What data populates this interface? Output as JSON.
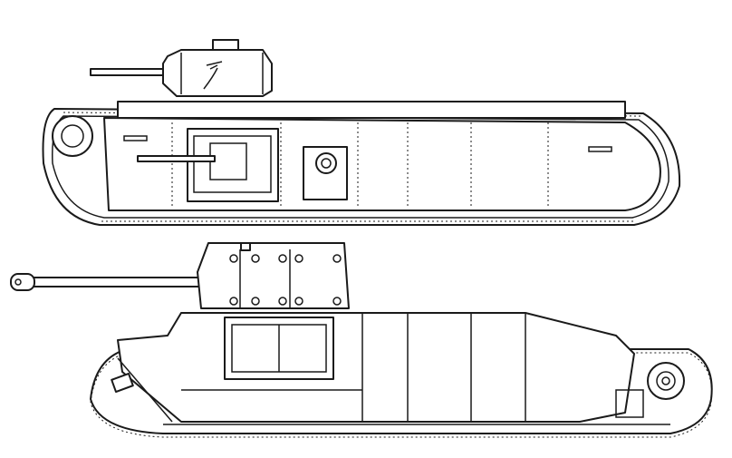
{
  "illustration": {
    "style": "line-art coloring page",
    "subjects": [
      "top-tank",
      "bottom-tank"
    ],
    "colors": {
      "line": "#1a1a1a",
      "background": "#ffffff"
    }
  }
}
